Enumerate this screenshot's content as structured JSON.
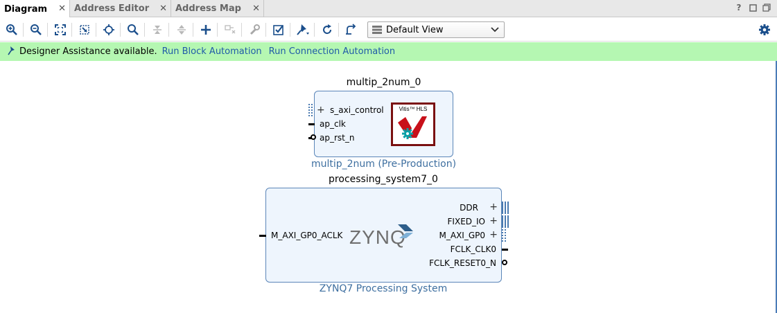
{
  "tabs": [
    {
      "label": "Diagram",
      "active": true
    },
    {
      "label": "Address Editor",
      "active": false
    },
    {
      "label": "Address Map",
      "active": false
    }
  ],
  "window_controls": {
    "help": "?",
    "restore": "restore-icon",
    "maximize": "maximize-icon"
  },
  "toolbar": {
    "view_select": {
      "value": "Default View"
    }
  },
  "assist": {
    "message": "Designer Assistance available.",
    "link_block": "Run Block Automation",
    "link_connection": "Run Connection Automation",
    "bg_color": "#b5f7b2"
  },
  "blocks": {
    "multip": {
      "instance": "multip_2num_0",
      "type": "multip_2num (Pre-Production)",
      "ports": {
        "s_axi_control": "s_axi_control",
        "ap_clk": "ap_clk",
        "ap_rst_n": "ap_rst_n"
      },
      "logo": "Vitis™ HLS"
    },
    "ps7": {
      "instance": "processing_system7_0",
      "type": "ZYNQ7 Processing System",
      "logo": "ZYNQ",
      "left_port": "M_AXI_GP0_ACLK",
      "right_ports": {
        "ddr": "DDR",
        "fixed_io": "FIXED_IO",
        "m_axi_gp0": "M_AXI_GP0",
        "fclk_clk0": "FCLK_CLK0",
        "fclk_reset0_n": "FCLK_RESET0_N"
      }
    }
  }
}
